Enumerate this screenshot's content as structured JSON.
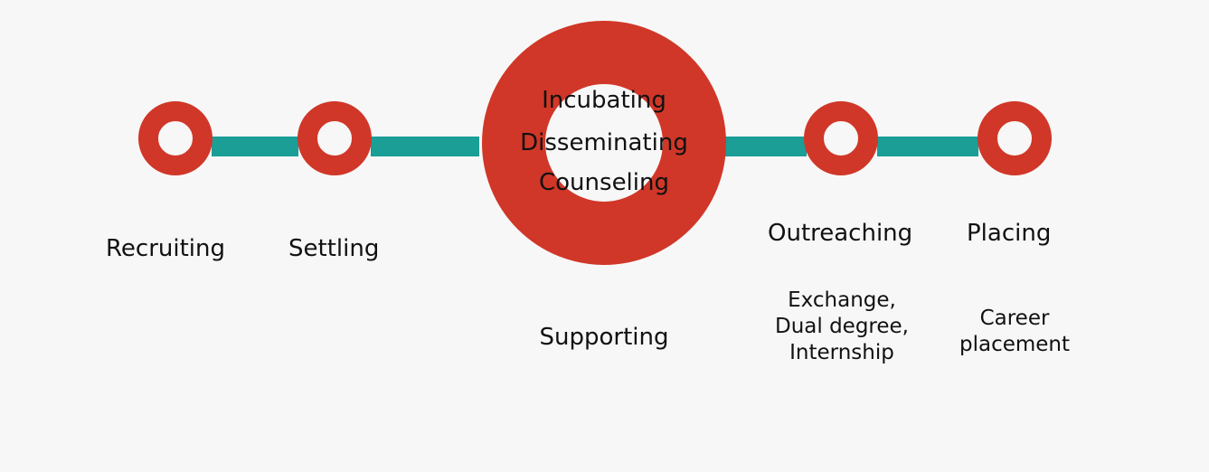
{
  "stages": {
    "recruiting": "Recruiting",
    "settling": "Settling",
    "core_lines": [
      "Incubating",
      "Disseminating",
      "Counseling"
    ],
    "supporting": "Supporting",
    "outreaching": "Outreaching",
    "placing": "Placing"
  },
  "details": {
    "outreaching": "Exchange,\nDual degree,\nInternship",
    "placing": "Career\nplacement"
  },
  "colors": {
    "ring": "#d03728",
    "connector": "#1a9e96",
    "background": "#f7f7f7",
    "text": "#111111"
  }
}
